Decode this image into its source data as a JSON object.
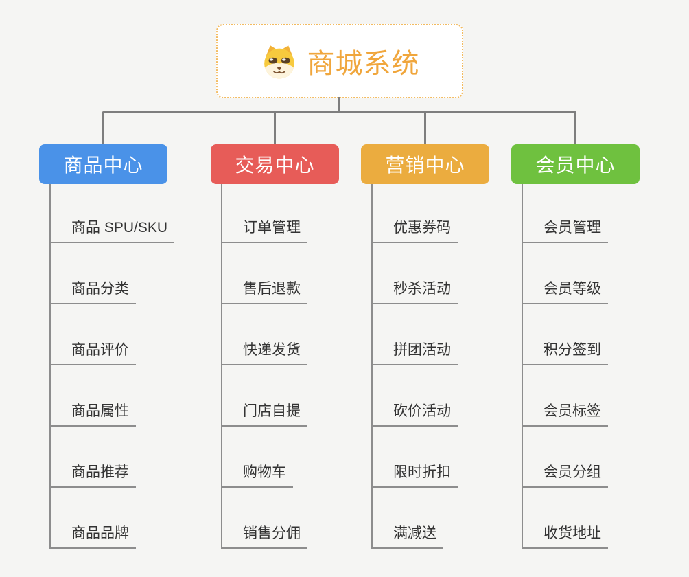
{
  "root": {
    "title": "商城系统",
    "icon": "dog-face-icon"
  },
  "branches": [
    {
      "label": "商品中心",
      "color": "#4a92e8",
      "children": [
        "商品 SPU/SKU",
        "商品分类",
        "商品评价",
        "商品属性",
        "商品推荐",
        "商品品牌"
      ]
    },
    {
      "label": "交易中心",
      "color": "#e75c58",
      "children": [
        "订单管理",
        "售后退款",
        "快递发货",
        "门店自提",
        "购物车",
        "销售分佣"
      ]
    },
    {
      "label": "营销中心",
      "color": "#ebac3f",
      "children": [
        "优惠券码",
        "秒杀活动",
        "拼团活动",
        "砍价活动",
        "限时折扣",
        "满减送"
      ]
    },
    {
      "label": "会员中心",
      "color": "#6fc13f",
      "children": [
        "会员管理",
        "会员等级",
        "积分签到",
        "会员标签",
        "会员分组",
        "收货地址"
      ]
    }
  ],
  "colors": {
    "background": "#f5f5f3",
    "root_border": "#f3bb60",
    "root_text": "#f0a63c",
    "connector": "#7e7e7e",
    "leaf_line": "#8d8d8d",
    "leaf_text": "#333333"
  }
}
